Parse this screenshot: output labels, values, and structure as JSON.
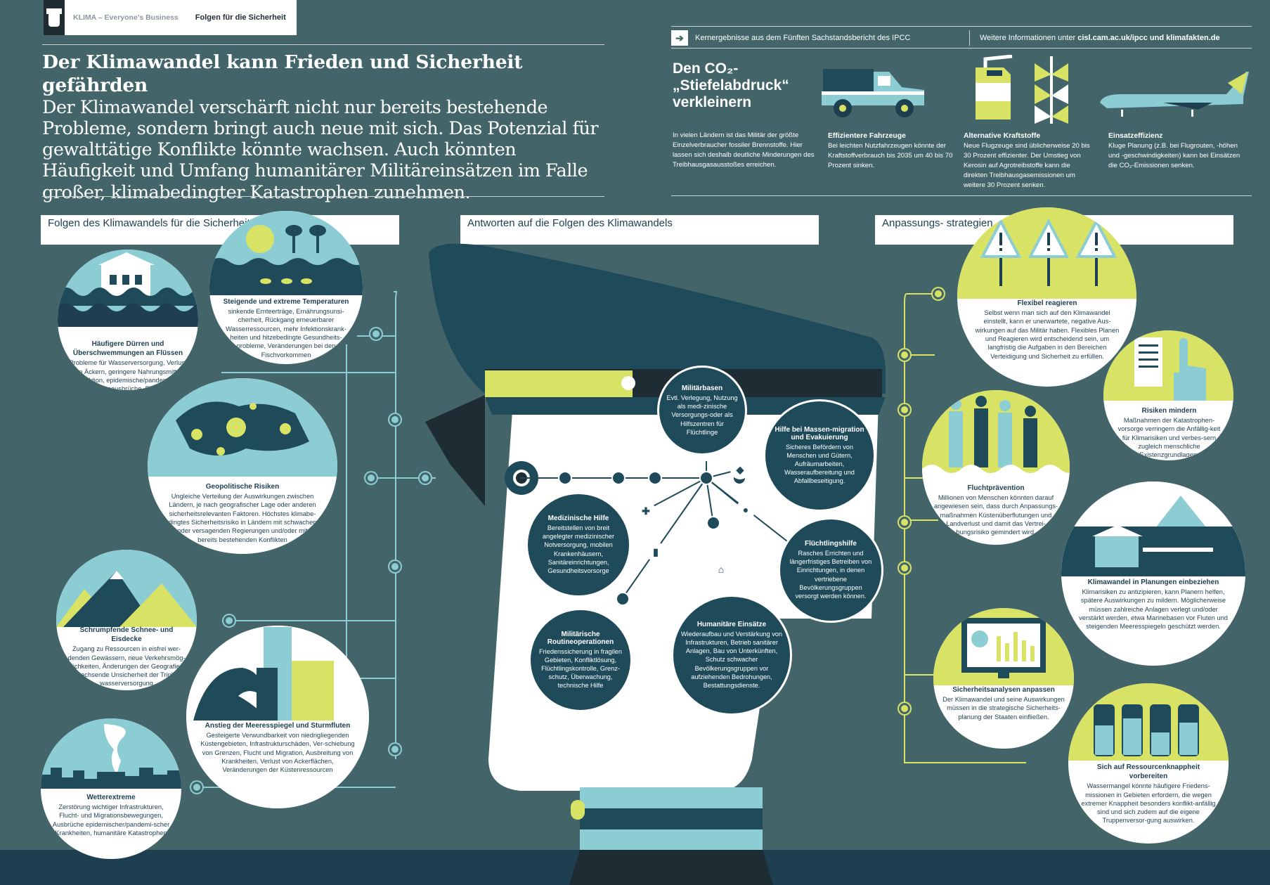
{
  "header": {
    "kicker": "KLIMA – Everyone’s Business",
    "section": "Folgen für die Sicherheit"
  },
  "headline": {
    "title": "Der Klimawandel kann Frieden und Sicherheit gefährden",
    "lead": "Der Klimawandel verschärft nicht nur bereits bestehende Probleme, sondern bringt auch neue mit sich. Das Potenzial für gewalttätige Konflikte könnte  wachsen. Auch könnten Häufigkeit und Umfang humanitärer Militäreinsätzen im Falle großer, klimabedingter Katastrophen zunehmen."
  },
  "topbar": {
    "left": "Kernergebnisse aus dem Fünften Sachstandsbericht des IPCC",
    "right_prefix": "Weitere Informationen unter ",
    "right_links": "cisl.cam.ac.uk/ipcc und klimafakten.de"
  },
  "co2": {
    "title_line1": "Den CO₂-",
    "title_line2": "„Stiefelabdruck“",
    "title_line3": "verkleinern",
    "intro": "In vielen Ländern ist das Militär der größte Einzelverbraucher fossiler Brennstoffe. Hier lassen sich deshalb deutliche Minderungen des Treibhausgasausstoßes erreichen.",
    "items": [
      {
        "title": "Effizientere Fahrzeuge",
        "text": "Bei leichten Nutzfahrzeugen könnte der Kraftstoffverbrauch bis 2035 um 40 bis 70 Prozent sinken."
      },
      {
        "title": "Alternative Kraftstoffe",
        "text": "Neue Flugzeuge sind üblicherweise 20 bis 30 Prozent effizienter. Der Umstieg von Kerosin auf Agrotreibstoffe kann die direkten Treibhausgasemissionen um weitere 30 Prozent senken."
      },
      {
        "title": "Einsatzeffizienz",
        "text": "Kluge Planung (z.B. bei Flugrouten, -höhen und -geschwindigkeiten) kann bei Einsätzen die CO₂-Emissionen senken."
      }
    ]
  },
  "panels": {
    "left": "Folgen des Klimawandels für die Sicherheit",
    "middle": "Antworten auf die Folgen des Klimawandels",
    "right": "Anpassungs- strategien"
  },
  "left_items": [
    {
      "title": "Häufigere Dürren und Überschwemmungen an Flüssen",
      "text": "Probleme für Wasserversorgung, Verlust von Äckern, geringere Nahrungsmittel-produktion, epidemische/pandemische Krankheitsausbrüche, Flucht und Migration, unsichere Existenzgrundlagen"
    },
    {
      "title": "Steigende und extreme Temperaturen",
      "text": "sinkende Ernteerträge, Ernährungsunsi-cherheit, Rückgang erneuerbarer Wasserressourcen, mehr Infektionskrank-heiten und hitzebedingte Gesundheits-probleme, Veränderungen bei den Fischvorkommen"
    },
    {
      "title": "Geopolitische Risiken",
      "text": "Ungleiche Verteilung der Auswirkungen zwischen Ländern, je nach geografischer Lage oder anderen sicherheitsrelevanten Faktoren. Höchstes klimabe-dingtes Sicherheitsrisiko in Ländern mit schwachen oder versagenden Regierungen und/oder mit bereits bestehenden Konflikten"
    },
    {
      "title": "Schrumpfende Schnee- und Eisdecke",
      "text": "Zugang zu Ressourcen in eisfrei wer-denden Gewässern, neue Verkehrsmög-lichkeiten, Änderungen der Geografie, wachsende Unsicherheit der Trink-wasserversorgung"
    },
    {
      "title": "Anstieg der Meeresspiegel und Sturmfluten",
      "text": "Gesteigerte Verwundbarkeit von niedrigliegenden Küstengebieten, Infrastrukturschäden, Ver-schiebung von Grenzen, Flucht und Migration, Ausbreitung von Krankheiten, Verlust von Ackerflächen, Veränderungen der Küstenressourcen"
    },
    {
      "title": "Wetterextreme",
      "text": "Zerstörung wichtiger Infrastrukturen, Flucht- und Migrationsbewegungen, Ausbrüche epidemischer/pandemi-scher Krankheiten, humanitäre Katastrophen"
    }
  ],
  "middle_items": [
    {
      "title": "Militärbasen",
      "text": "Evtl. Verlegung, Nutzung als medi-zinische Versorgungs-oder als Hilfszentren für Flüchtlinge"
    },
    {
      "title": "Hilfe bei Massen-migration und Evakuierung",
      "text": "Sicheres Befördern von Menschen und Gütern, Aufräumarbeiten, Wasseraufbereitung und Abfallbeseitigung."
    },
    {
      "title": "Medizinische Hilfe",
      "text": "Bereitstellen von breit angelegter medizinischer Notversorgung, mobilen Krankenhäusern, Sanitäreinrichtungen, Gesundheitsvorsorge"
    },
    {
      "title": "Flüchtlingshilfe",
      "text": "Rasches Errichten und längerfristiges Betreiben von Einrichtungen, in denen vertriebene Bevölkerungsgruppen versorgt werden können."
    },
    {
      "title": "Militärische Routineoperationen",
      "text": "Friedenssicherung in fragilen Gebieten, Konfliktlösung, Flüchtlingskontrolle, Grenz-schutz, Überwachung, technische Hilfe"
    },
    {
      "title": "Humanitäre Einsätze",
      "text": "Wiederaufbau und Verstärkung von Infrastrukturen, Betrieb sanitärer Anlagen, Bau von Unterkünften, Schutz schwacher Bevölkerungsgruppen vor aufziehenden Bedrohungen, Bestattungsdienste."
    }
  ],
  "right_items": [
    {
      "title": "Flexibel reagieren",
      "text": "Selbst wenn man sich auf den Klimawandel einstellt, kann er unerwartete, negative Aus-wirkungen auf das Militär haben. Flexibles Planen und Reagieren wird entscheidend sein, um langfristig die Aufgaben in den Bereichen Verteidigung und Sicherheit zu erfüllen."
    },
    {
      "title": "Risiken mindern",
      "text": "Maßnahmen der Katastrophen-vorsorge verringern die Anfällig-keit für Klimarisiken und verbes-sern zugleich menschliche Existenzgrundlagen."
    },
    {
      "title": "Fluchtprävention",
      "text": "Millionen von Menschen könnten darauf angewiesen sein, dass durch Anpassungs-maßnahmen Küstenüberflutungen und Landverlust und damit das Vertrei-bungsrisiko gemindert wird."
    },
    {
      "title": "Klimawandel in Planungen einbeziehen",
      "text": "Klimarisiken zu antizipieren, kann Planern helfen, spätere Auswirkungen zu mildern. Möglicherweise müssen zahlreiche Anlagen verlegt und/oder verstärkt werden, etwa Marinebasen vor Fluten und steigenden Meeresspiegeln geschützt werden."
    },
    {
      "title": "Sicherheitsanalysen anpassen",
      "text": "Der Klimawandel und seine Auswirkungen müssen in die strategische Sicherheits-planung der Staaten einfließen."
    },
    {
      "title": "Sich auf Ressourcenknappheit vorbereiten",
      "text": "Wassermangel könnte häufigere Friedens-missionen in Gebieten erfordern, die wegen extremer Knappheit besonders konflikt-anfällig sind und sich zudem auf die eigene Truppenversor-gung auswirken."
    }
  ],
  "colors": {
    "background": "#43656a",
    "navy": "#1e4a5a",
    "yellow": "#d8e265",
    "lightblue": "#8ccdd4"
  }
}
